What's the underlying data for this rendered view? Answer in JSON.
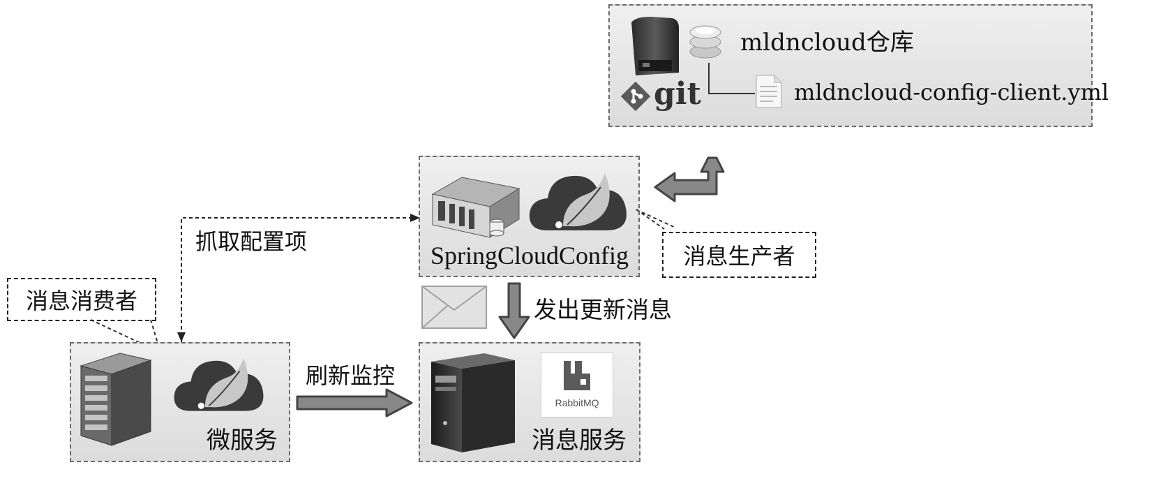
{
  "git_repo": {
    "logo_text": "git",
    "repo_label": "mldncloud仓库",
    "file_label": "mldncloud-config-client.yml"
  },
  "config_server": {
    "label": "SpringCloudConfig",
    "role_label": "消息生产者"
  },
  "microservice": {
    "label": "微服务",
    "role_label": "消息消费者"
  },
  "message_service": {
    "label": "消息服务",
    "logo_text": "RabbitMQ"
  },
  "edges": {
    "fetch_config": "抓取配置项",
    "send_update": "发出更新消息",
    "refresh_monitor": "刷新监控"
  }
}
